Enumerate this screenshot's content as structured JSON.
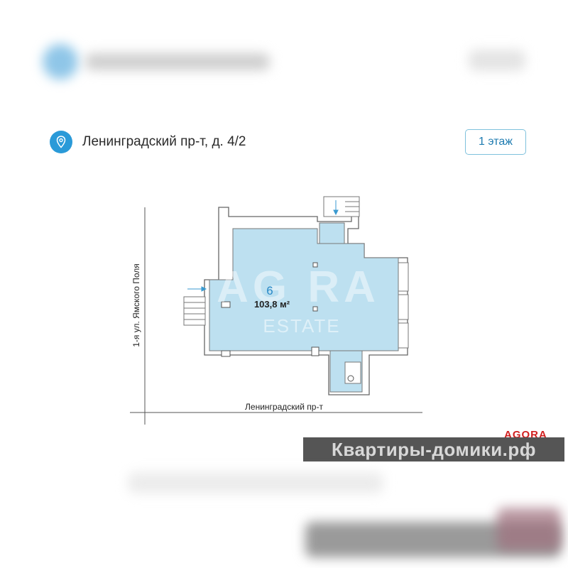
{
  "address": "Ленинградский пр-т, д. 4/2",
  "floor_button": "1 этаж",
  "plan": {
    "room_number": "6",
    "area": "103,8 м²",
    "street_left": "1-я ул. Ямского Поля",
    "street_bottom": "Ленинградский пр-т",
    "watermark_top": "AG RA",
    "watermark_bottom": "ESTATE"
  },
  "banner": {
    "text": "Квартиры-домики.рф",
    "logo": "AGORA"
  },
  "colors": {
    "accent": "#2a9ad8",
    "room_fill": "#bde0f0",
    "banner_bg": "#555555"
  }
}
